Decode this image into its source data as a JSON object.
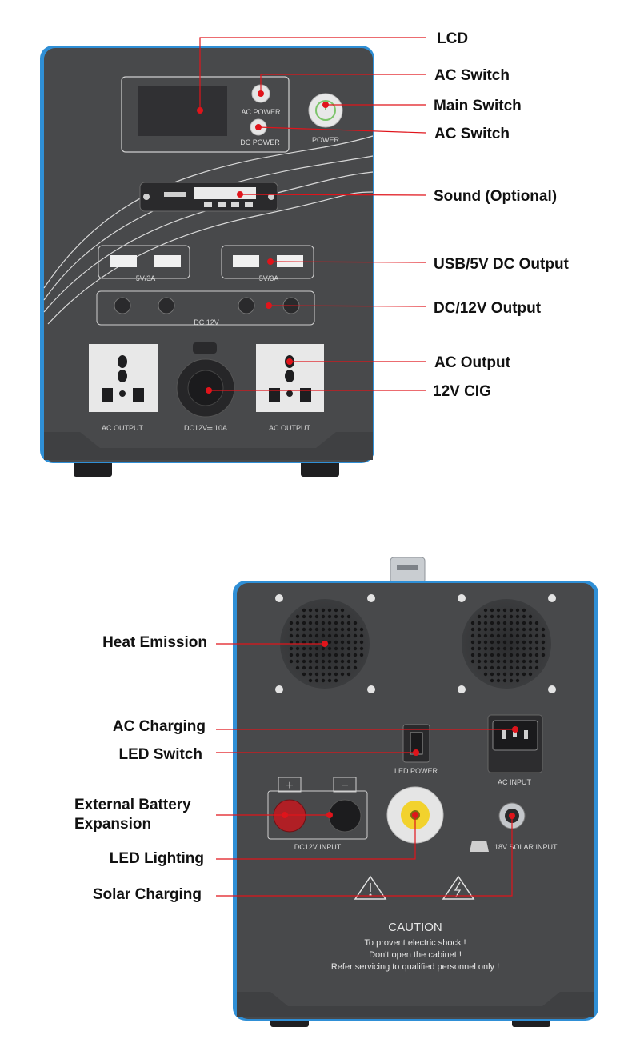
{
  "front": {
    "panel_labels": {
      "ac_power": "AC POWER",
      "dc_power": "DC POWER",
      "power": "POWER",
      "usb_left": "5V/3A",
      "usb_right": "5V/3A",
      "dc_12v": "DC 12V",
      "ac_output_left": "AC OUTPUT",
      "cig": "DC12V═ 10A",
      "ac_output_right": "AC OUTPUT"
    },
    "callouts": {
      "lcd": "LCD",
      "ac_switch_top": "AC Switch",
      "main_switch": "Main Switch",
      "ac_switch_bottom": "AC Switch",
      "sound": "Sound (Optional)",
      "usb": "USB/5V DC Output",
      "dc12v": "DC/12V Output",
      "ac_output": "AC Output",
      "cig": "12V CIG"
    }
  },
  "back": {
    "panel_labels": {
      "led_power": "LED POWER",
      "ac_input": "AC INPUT",
      "plus": "+",
      "minus": "−",
      "dc12v_input": "DC12V INPUT",
      "solar_input": "18V SOLAR INPUT"
    },
    "caution": {
      "title": "CAUTION",
      "line1": "To provent electric shock !",
      "line2": "Don't open the cabinet !",
      "line3": "Refer servicing to qualified personnel only !"
    },
    "callouts": {
      "heat": "Heat Emission",
      "ac_charging": "AC Charging",
      "led_switch": "LED Switch",
      "ext_battery_1": "External Battery",
      "ext_battery_2": "Expansion",
      "led_lighting": "LED Lighting",
      "solar_charging": "Solar Charging"
    }
  },
  "colors": {
    "panel": "#48494b",
    "frame_blue": "#2f8fd6",
    "callout_dot": "#e0141b",
    "callout_line": "#e0141b"
  }
}
